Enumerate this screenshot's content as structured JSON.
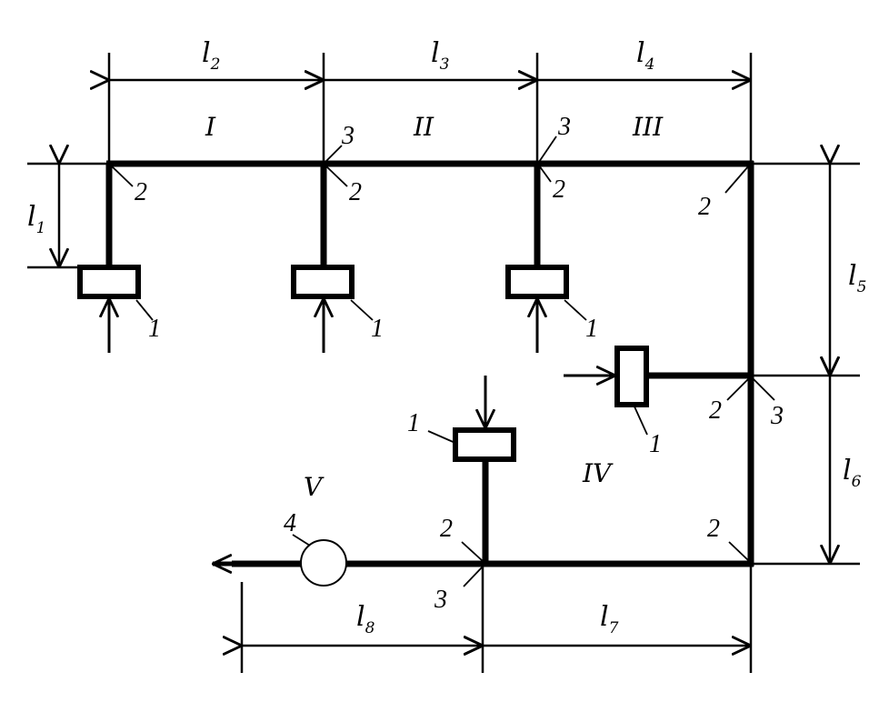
{
  "section_labels": [
    "I",
    "II",
    "III",
    "IV",
    "V"
  ],
  "length_labels": [
    {
      "base": "l",
      "sub": "1"
    },
    {
      "base": "l",
      "sub": "2"
    },
    {
      "base": "l",
      "sub": "3"
    },
    {
      "base": "l",
      "sub": "4"
    },
    {
      "base": "l",
      "sub": "5"
    },
    {
      "base": "l",
      "sub": "6"
    },
    {
      "base": "l",
      "sub": "7"
    },
    {
      "base": "l",
      "sub": "8"
    }
  ],
  "item_numbers": {
    "receiver": "1",
    "branch_bend": "2",
    "tee": "3",
    "fan": "4"
  }
}
